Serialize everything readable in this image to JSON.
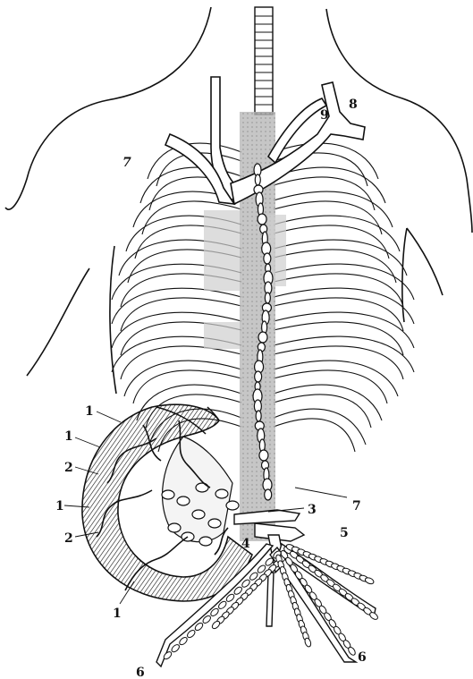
{
  "labels": {
    "l1_a": "1",
    "l1_b": "1",
    "l1_c": "1",
    "l1_d": "1",
    "l2_a": "2",
    "l2_b": "2",
    "l3": "3",
    "l4": "4",
    "l5": "5",
    "l6_a": "6",
    "l6_b": "6",
    "l7_a": "7",
    "l7_b": "7",
    "l8": "8",
    "l9": "9"
  },
  "colors": {
    "ink": "#111111",
    "shade": "#b8b8b8",
    "paper": "#ffffff"
  }
}
